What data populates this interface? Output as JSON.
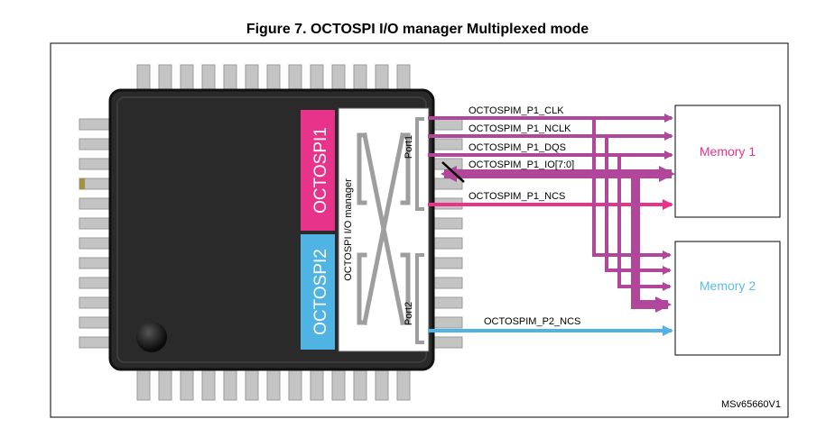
{
  "figure_title": "Figure 7. OCTOSPI I/O manager Multiplexed mode",
  "blocks": {
    "octospi1": "OCTOSPI1",
    "octospi2": "OCTOSPI2",
    "io_manager": "OCTOSPI I/O manager",
    "port1": "Port1",
    "port2": "Port2",
    "memory1": "Memory 1",
    "memory2": "Memory 2"
  },
  "signals": {
    "p1_clk": "OCTOSPIM_P1_CLK",
    "p1_nclk": "OCTOSPIM_P1_NCLK",
    "p1_dqs": "OCTOSPIM_P1_DQS",
    "p1_io": "OCTOSPIM_P1_IO[7:0]",
    "p1_ncs": "OCTOSPIM_P1_NCS",
    "p2_ncs": "OCTOSPIM_P2_NCS"
  },
  "reference": "MSv65660V1",
  "colors": {
    "octospi1": "#e8338a",
    "octospi2": "#4fb3e3",
    "signal_bus": "#b0479a",
    "ncs1": "#e8338a",
    "ncs2": "#4fb3e3",
    "memory1_text": "#e8338a",
    "memory2_text": "#5bbde8",
    "chip_body": "#2a2a2a",
    "pins": "#bdbdbd",
    "mux_lines": "#9e9e9e"
  }
}
